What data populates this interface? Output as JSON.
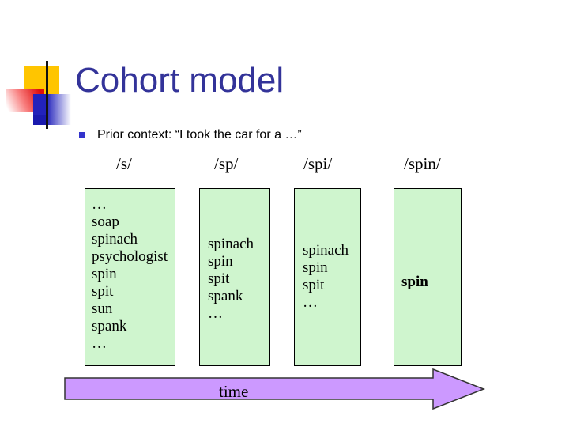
{
  "slide": {
    "title": "Cohort model",
    "bullet": "Prior context: “I took the car for a …”"
  },
  "cohorts": [
    {
      "label": "/s/",
      "words": [
        "…",
        "soap",
        "spinach",
        "psychologist",
        "spin",
        "spit",
        "sun",
        "spank",
        "…"
      ]
    },
    {
      "label": "/sp/",
      "words": [
        "spinach",
        "spin",
        "spit",
        "spank",
        "…"
      ]
    },
    {
      "label": "/spi/",
      "words": [
        "spinach",
        "spin",
        "spit",
        "…"
      ]
    },
    {
      "label": "/spin/",
      "words": [
        "spin"
      ]
    }
  ],
  "timeline": {
    "label": "time"
  },
  "colors": {
    "title_text": "#333399",
    "bullet_marker": "#3333CC",
    "box_fill": "#CFF5CE",
    "box_border": "#000000",
    "arrow_fill": "#CC99FF",
    "arrow_outline": "#333333",
    "deco_yellow": "#FFC500",
    "deco_red": "#DD0E0E",
    "deco_blue": "#2222BB",
    "deco_dark_blue": "#1A1AAE"
  }
}
